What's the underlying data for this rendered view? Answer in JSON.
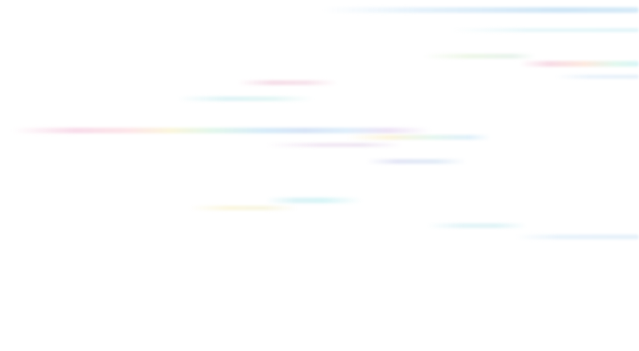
{
  "background": "#ffffff",
  "streaks": [
    {
      "name": "streak-1",
      "colors": [
        "#e6f2fb",
        "#cfe6f6"
      ]
    },
    {
      "name": "streak-2",
      "colors": [
        "#e8f7fa"
      ]
    },
    {
      "name": "streak-3",
      "colors": [
        "#eef7e8"
      ]
    },
    {
      "name": "streak-4",
      "colors": [
        "#f7dbe6",
        "#fde9df",
        "#e2f8ee",
        "#d9f5f7"
      ]
    },
    {
      "name": "streak-5",
      "colors": [
        "#eaf3fb"
      ]
    },
    {
      "name": "streak-6",
      "colors": [
        "#f5dde8"
      ]
    },
    {
      "name": "streak-7",
      "colors": [
        "#dff4f6"
      ]
    },
    {
      "name": "streak-8",
      "colors": [
        "#f8dcea",
        "#fbf6dc",
        "#e2f7ec",
        "#d7ecf9",
        "#eee3f6"
      ]
    },
    {
      "name": "streak-9",
      "colors": [
        "#fbf4dc",
        "#e5f6ef",
        "#dff0fa"
      ]
    },
    {
      "name": "streak-10",
      "colors": [
        "#f2e8f4"
      ]
    },
    {
      "name": "streak-11",
      "colors": [
        "#e4e6f6"
      ]
    },
    {
      "name": "streak-12",
      "colors": [
        "#ddf4f7"
      ]
    },
    {
      "name": "streak-13",
      "colors": [
        "#fbf7e1"
      ]
    },
    {
      "name": "streak-14",
      "colors": [
        "#e4f5f8"
      ]
    },
    {
      "name": "streak-15",
      "colors": [
        "#e9f3fb"
      ]
    }
  ]
}
